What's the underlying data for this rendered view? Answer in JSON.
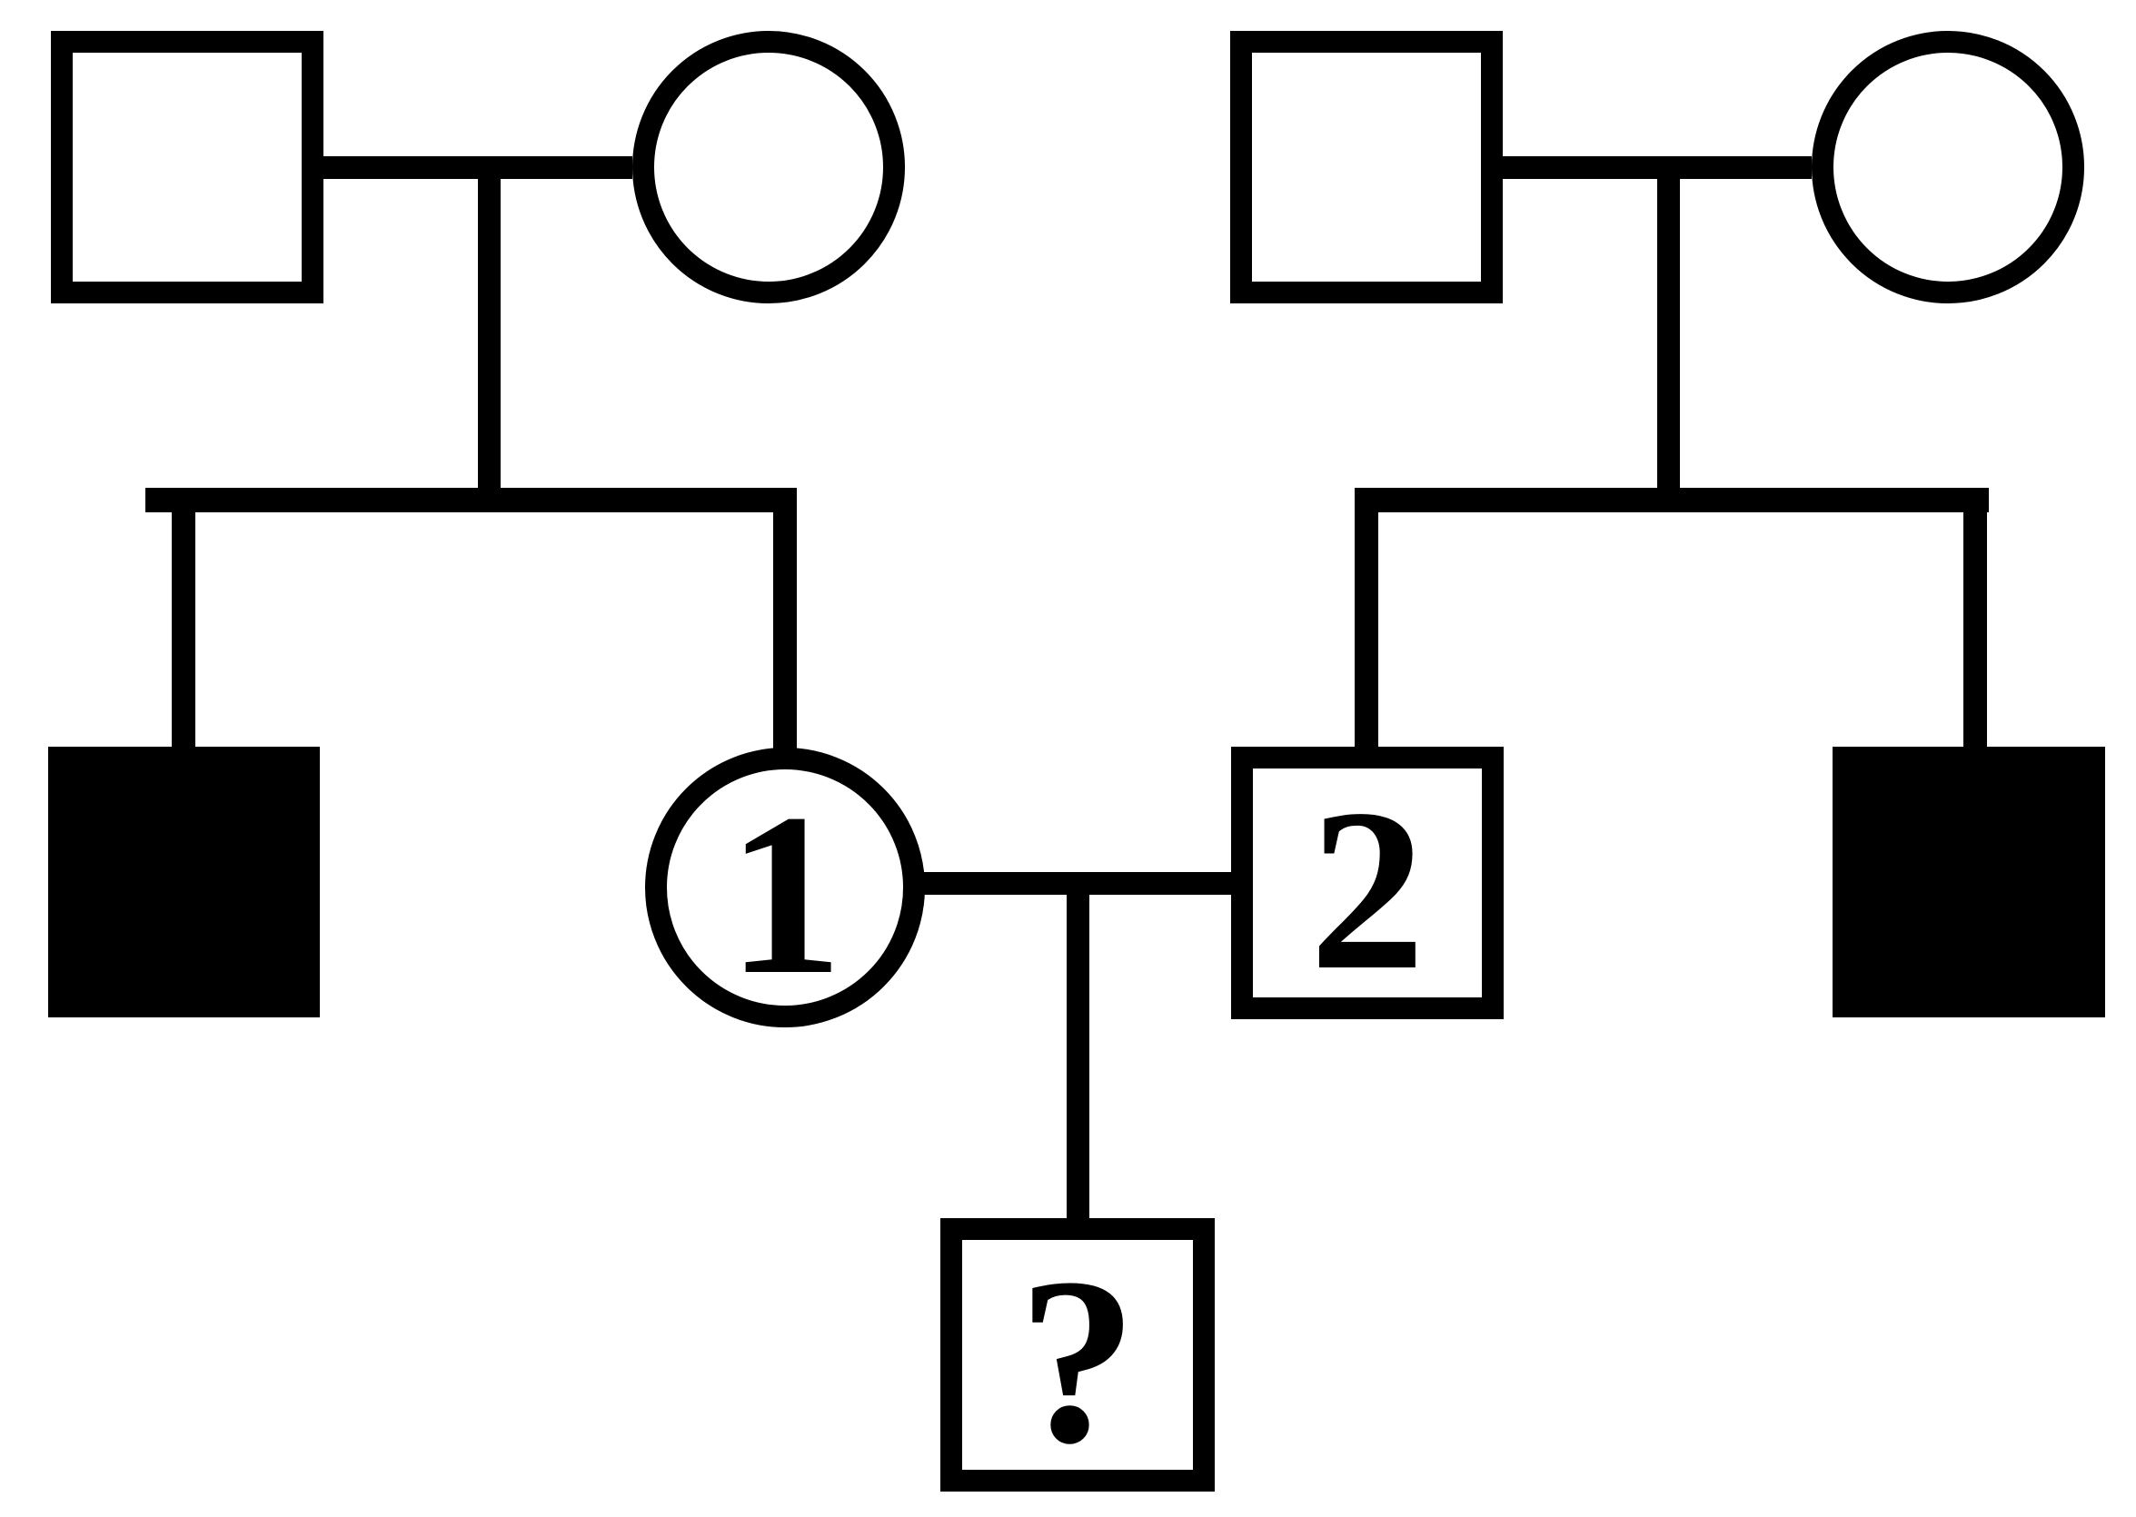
{
  "diagram": {
    "type": "pedigree-chart",
    "title": "",
    "background_color": "#ffffff",
    "stroke_color": "#000000",
    "fill_affected_color": "#000000",
    "fill_unaffected_color": "#ffffff",
    "line_width": 24,
    "generations": 3,
    "legend_note": ""
  },
  "labels": {
    "individual_1": "1",
    "individual_2": "2",
    "individual_unknown": "?"
  },
  "individuals": [
    {
      "id": "I-1",
      "shape": "square",
      "sex": "male",
      "affected": false,
      "label": "",
      "generation": 1
    },
    {
      "id": "I-2",
      "shape": "circle",
      "sex": "female",
      "affected": false,
      "label": "",
      "generation": 1
    },
    {
      "id": "I-3",
      "shape": "square",
      "sex": "male",
      "affected": false,
      "label": "",
      "generation": 1
    },
    {
      "id": "I-4",
      "shape": "circle",
      "sex": "female",
      "affected": false,
      "label": "",
      "generation": 1
    },
    {
      "id": "II-1",
      "shape": "square",
      "sex": "male",
      "affected": true,
      "label": "",
      "generation": 2
    },
    {
      "id": "II-2",
      "shape": "circle",
      "sex": "female",
      "affected": false,
      "label": "1",
      "generation": 2
    },
    {
      "id": "II-3",
      "shape": "square",
      "sex": "male",
      "affected": false,
      "label": "2",
      "generation": 2
    },
    {
      "id": "II-4",
      "shape": "square",
      "sex": "male",
      "affected": true,
      "label": "",
      "generation": 2
    },
    {
      "id": "III-1",
      "shape": "square",
      "sex": "male",
      "affected": false,
      "label": "?",
      "generation": 3
    }
  ],
  "matings": [
    {
      "partners": [
        "I-1",
        "I-2"
      ],
      "children": [
        "II-1",
        "II-2"
      ]
    },
    {
      "partners": [
        "I-3",
        "I-4"
      ],
      "children": [
        "II-3",
        "II-4"
      ]
    },
    {
      "partners": [
        "II-2",
        "II-3"
      ],
      "children": [
        "III-1"
      ]
    }
  ]
}
